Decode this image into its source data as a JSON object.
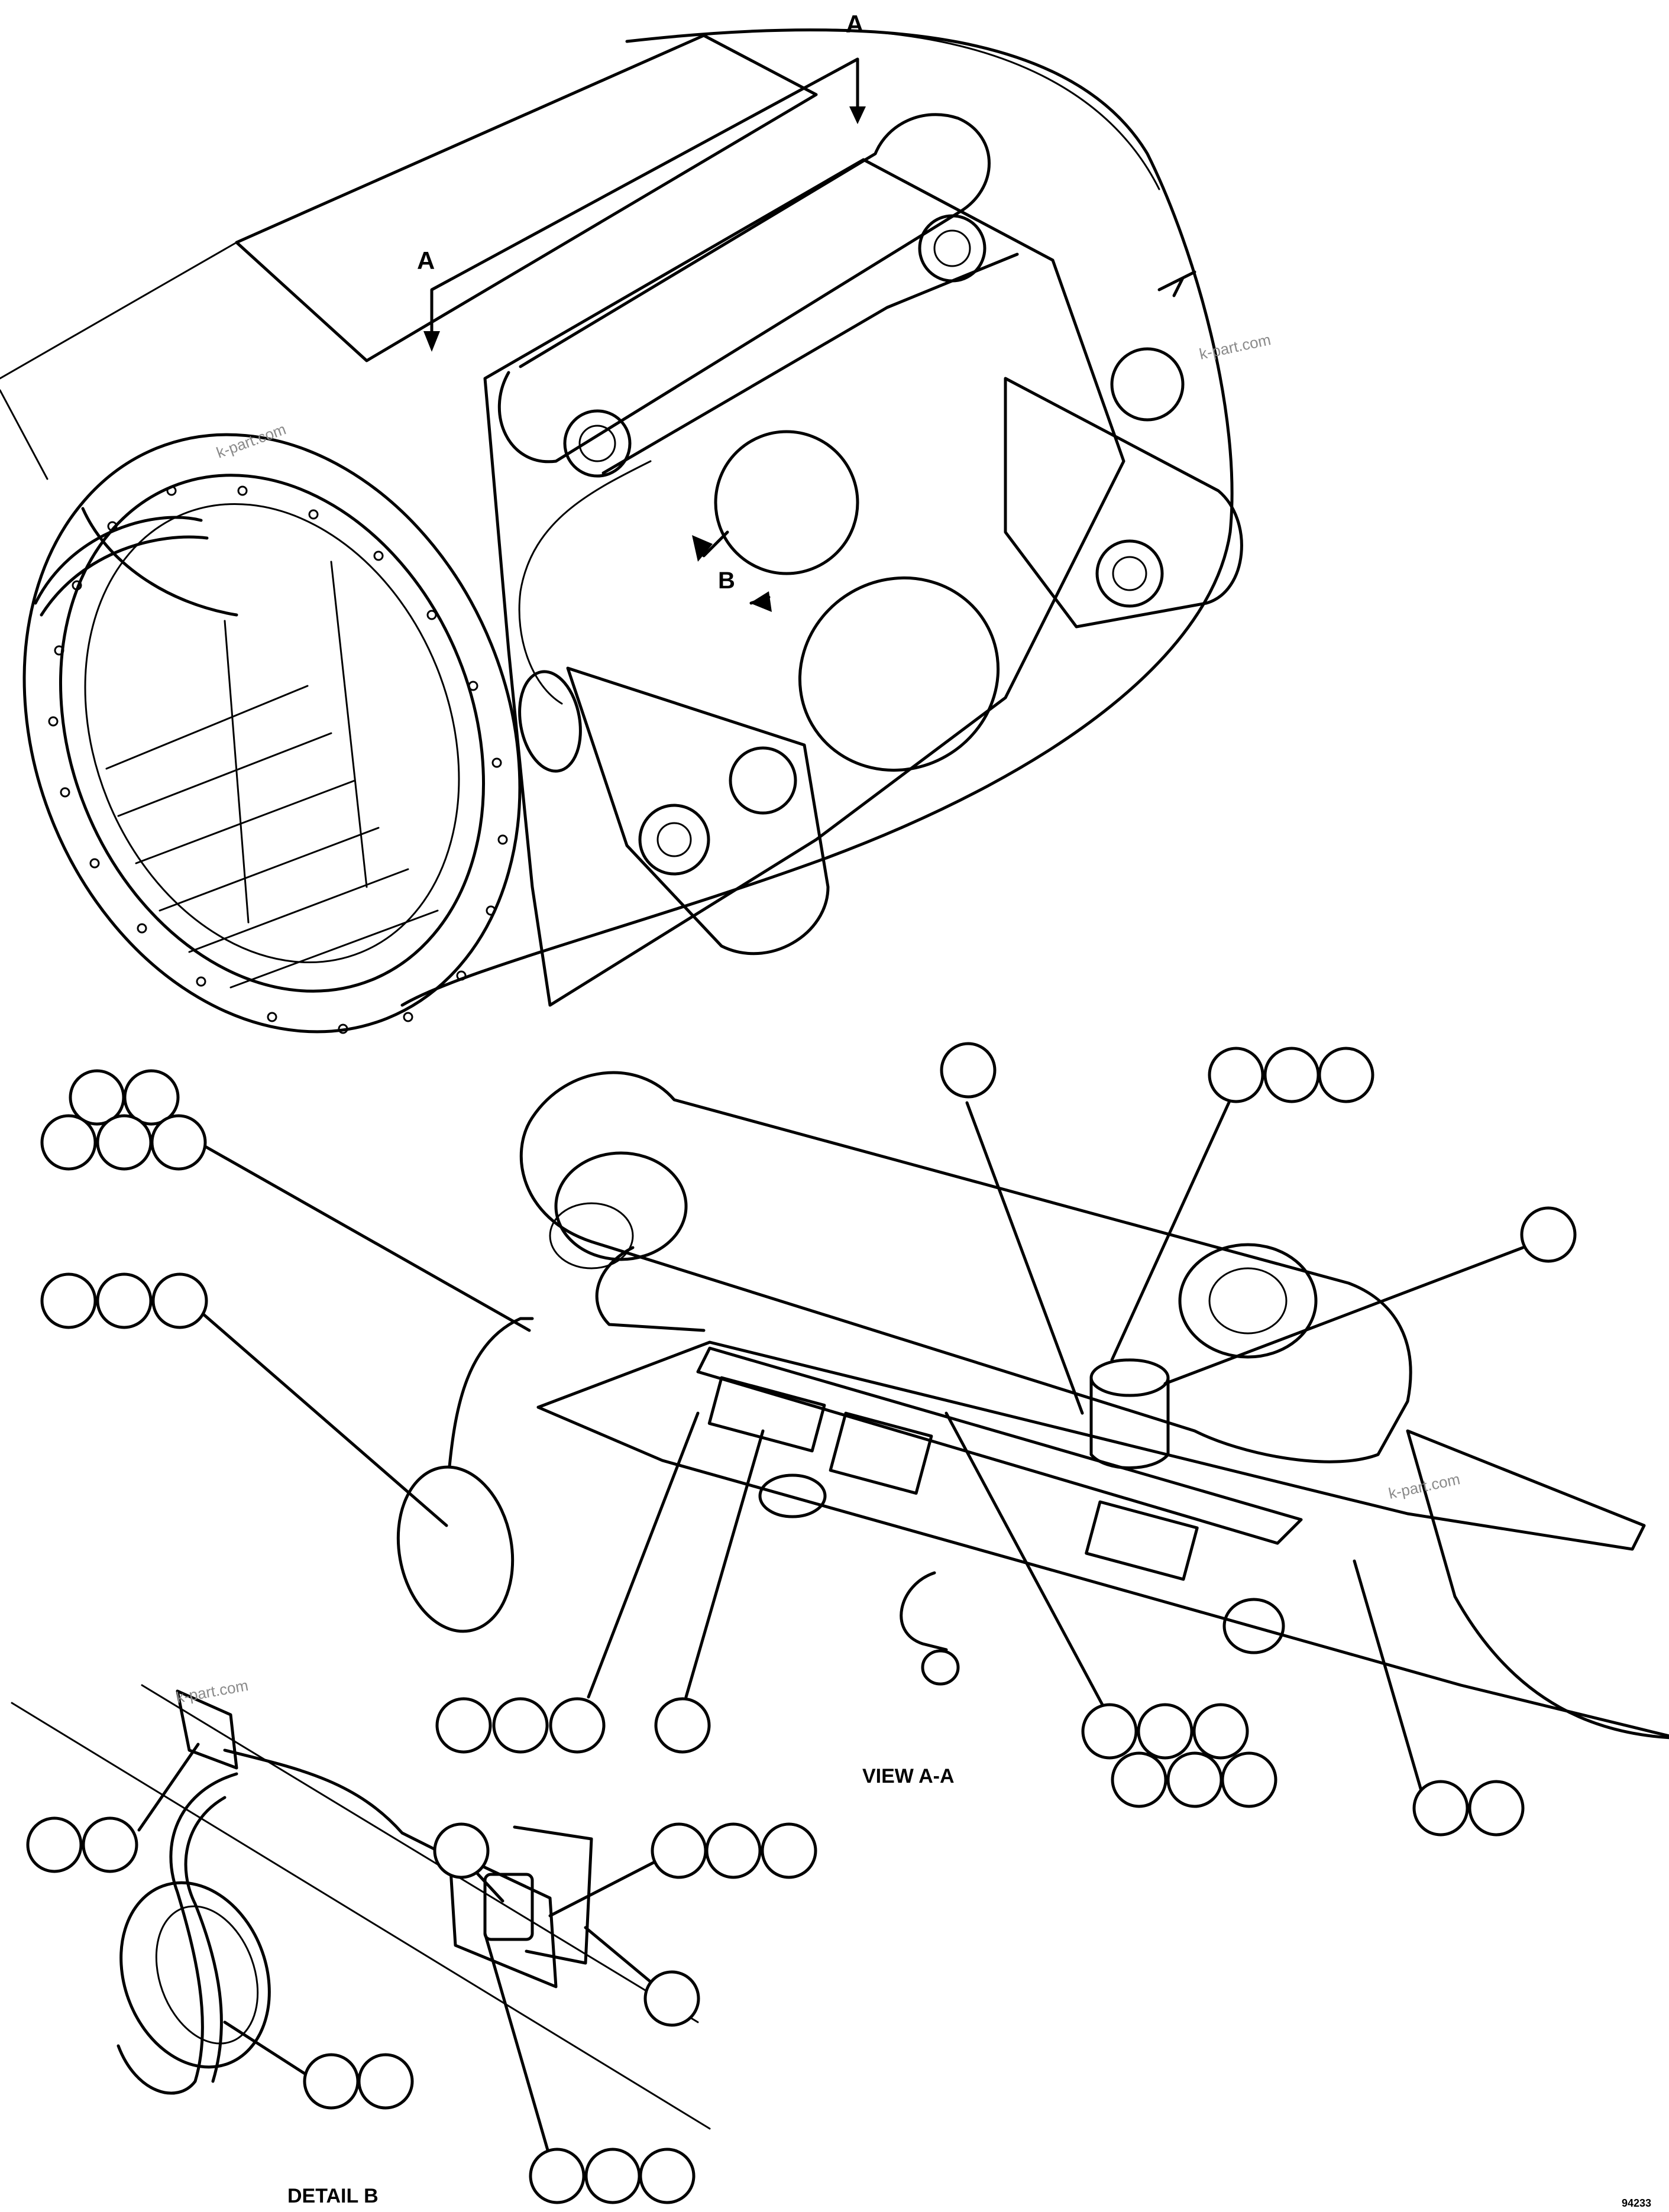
{
  "section_marks": {
    "a": "A",
    "b": "B"
  },
  "view_label": "VIEW A-A",
  "detail_label": "DETAIL B",
  "watermark": "k-part.com",
  "drawing_number": "94233",
  "callout_bubbles_empty": true
}
